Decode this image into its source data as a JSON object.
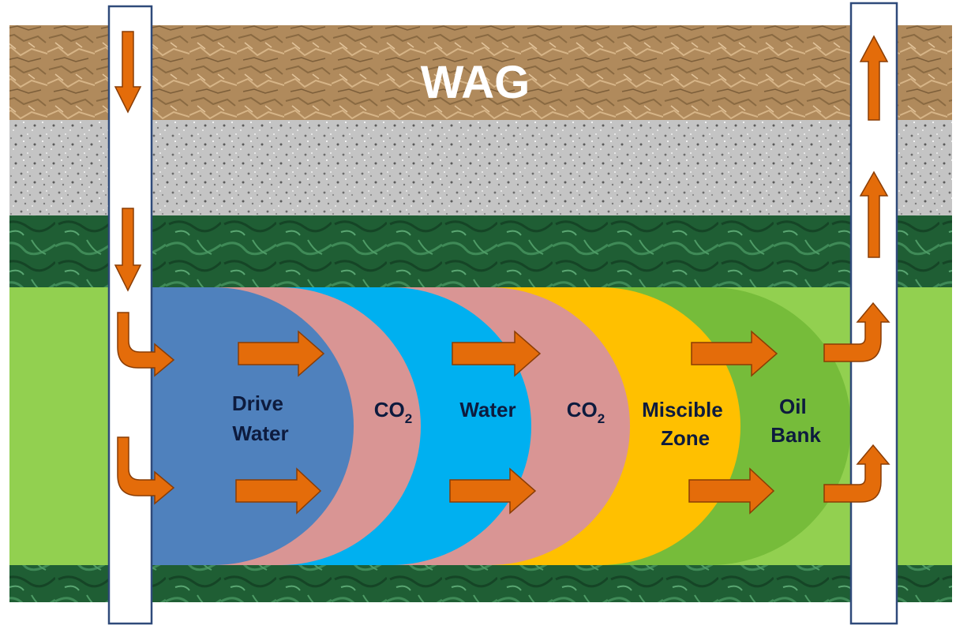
{
  "title": "WAG",
  "zones": [
    {
      "id": "drive-water",
      "lines": [
        "Drive",
        "Water"
      ],
      "sub": ""
    },
    {
      "id": "co2-1",
      "lines": [
        "CO"
      ],
      "sub": "2"
    },
    {
      "id": "water",
      "lines": [
        "Water"
      ],
      "sub": ""
    },
    {
      "id": "co2-2",
      "lines": [
        "CO"
      ],
      "sub": "2"
    },
    {
      "id": "miscible-zone",
      "lines": [
        "Miscible",
        "Zone"
      ],
      "sub": ""
    },
    {
      "id": "oil-bank",
      "lines": [
        "Oil",
        "Bank"
      ],
      "sub": ""
    }
  ],
  "colors": {
    "sandstone": "#b08a5c",
    "granite": "#b9b9b9",
    "green_rock": "#1f5e34",
    "reservoir": "#92d050",
    "drive_water": "#4f81bd",
    "co2": "#d99594",
    "water": "#00b0f0",
    "miscible_zone": "#ffc000",
    "oil_bank": "#76bc3a",
    "arrow": "#e46c0a",
    "arrow_outline": "#8a3d05",
    "well_outline": "#2f4a7a",
    "label": "#0d1b3e",
    "title": "#ffffff"
  }
}
